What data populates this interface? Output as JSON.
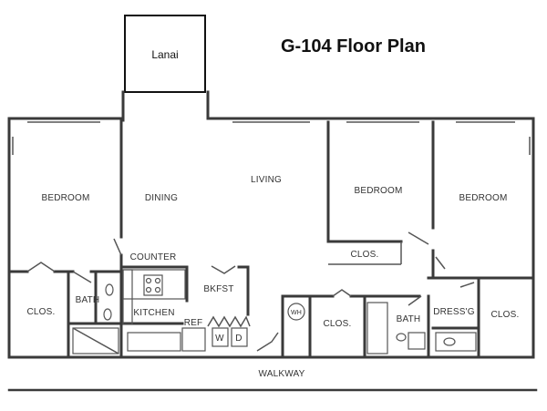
{
  "title": "G-104 Floor Plan",
  "rooms": {
    "lanai": "Lanai",
    "bedroom_left": "BEDROOM",
    "dining": "DINING",
    "living": "LIVING",
    "bedroom_center": "BEDROOM",
    "bedroom_right": "BEDROOM",
    "clos_center": "CLOS.",
    "counter": "COUNTER",
    "bkfst": "BKFST",
    "bath_left": "BATH",
    "clos_left": "CLOS.",
    "kitchen": "KITCHEN",
    "ref": "REF",
    "washer": "W",
    "dryer": "D",
    "water_heater": "WH",
    "clos_mid": "CLOS.",
    "bath_right": "BATH",
    "dressing": "DRESS'G",
    "clos_right": "CLOS.",
    "walkway": "WALKWAY"
  }
}
